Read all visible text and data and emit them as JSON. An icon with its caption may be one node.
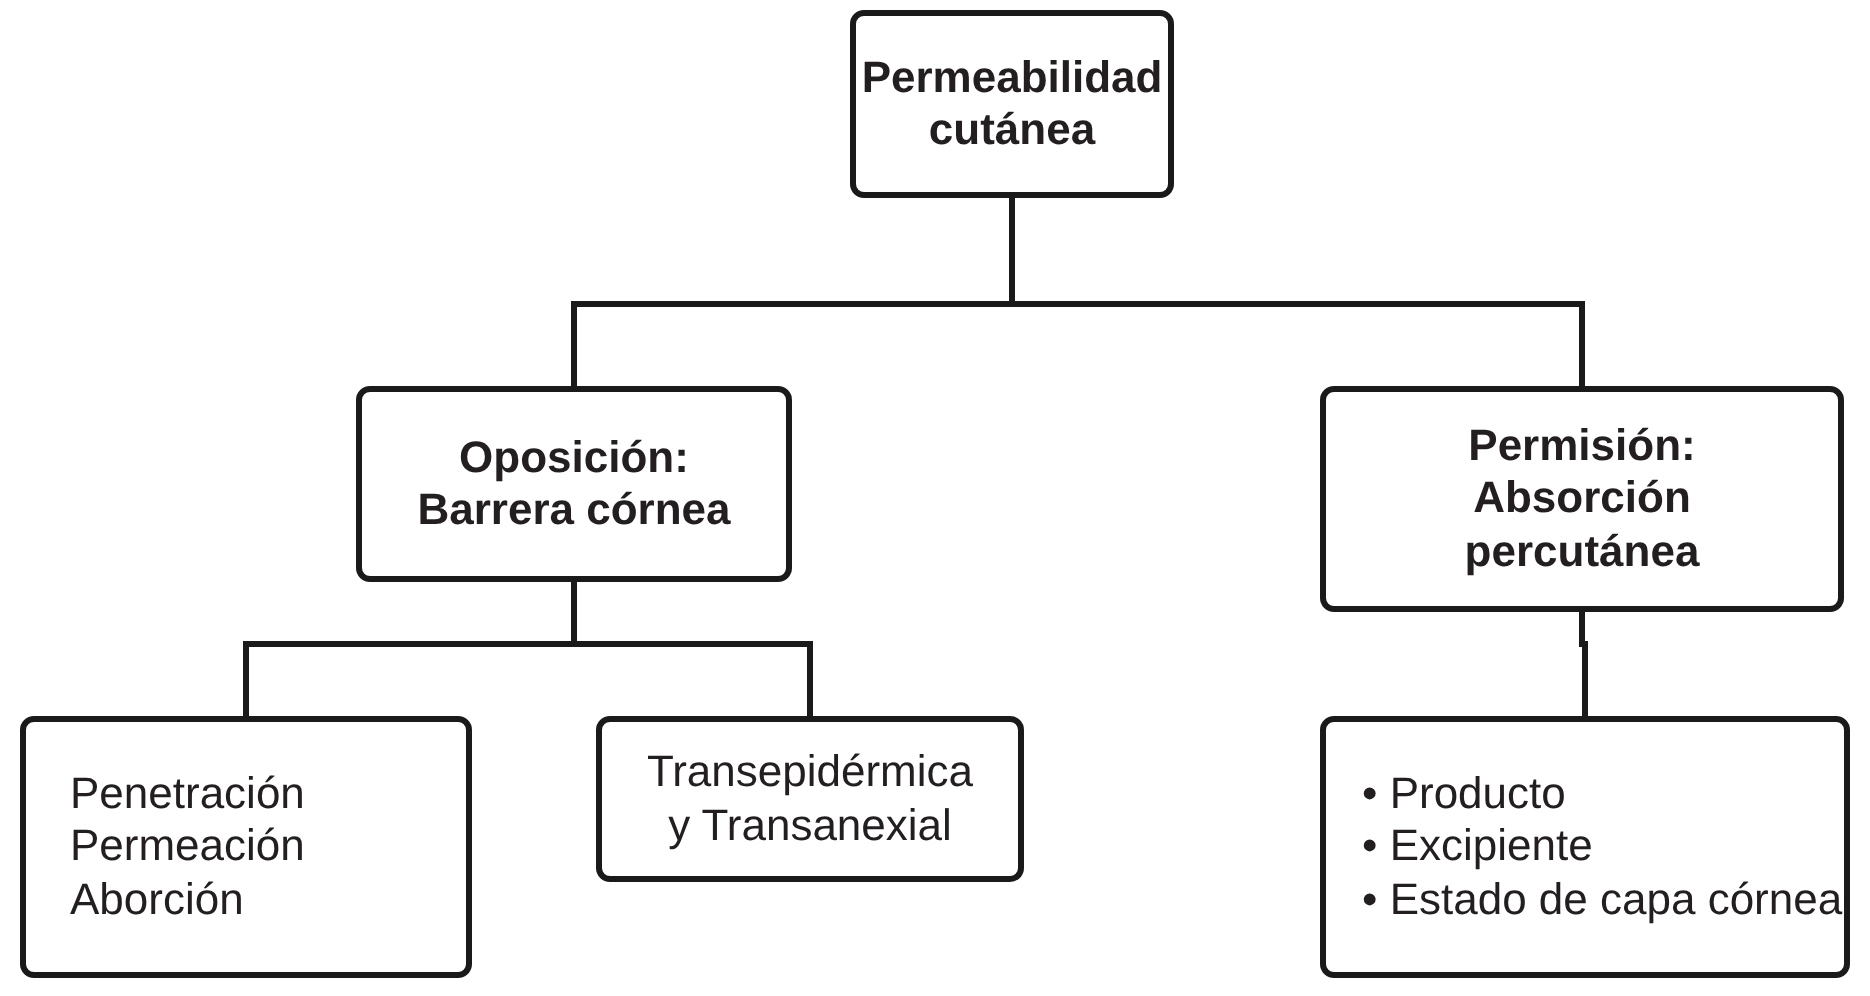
{
  "diagram": {
    "nodes": [
      {
        "text": [
          "Permeabilidad cutánea"
        ]
      },
      {
        "text": [
          "Oposición: Barrera córnea"
        ]
      },
      {
        "text": [
          "Permisión: Absorción percutánea"
        ]
      },
      {
        "text": [
          "Penetración",
          "Permeación",
          "Aborción"
        ]
      },
      {
        "text": [
          "Transepidérmica y Transanexial"
        ]
      },
      {
        "text": [
          "• Producto",
          "• Excipiente",
          "• Estado de capa córnea"
        ]
      }
    ],
    "edges": [
      {
        "from": 0,
        "to": 1,
        "arrow": "none"
      },
      {
        "from": 0,
        "to": 2,
        "arrow": "none"
      },
      {
        "from": 1,
        "to": 3,
        "arrow": "none"
      },
      {
        "from": 1,
        "to": 4,
        "arrow": "none"
      },
      {
        "from": 2,
        "to": 5,
        "arrow": "none"
      }
    ]
  }
}
